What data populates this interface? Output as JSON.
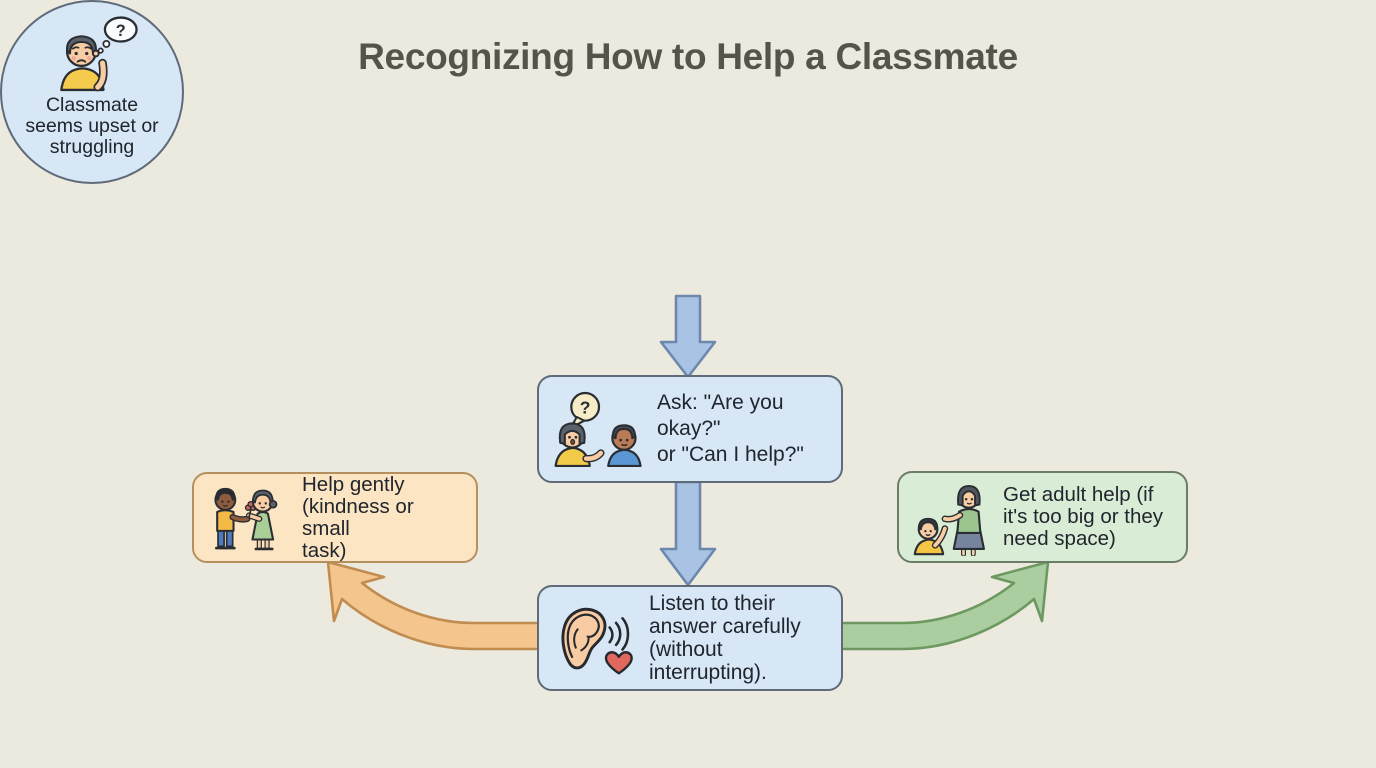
{
  "title": "Recognizing How to Help a Classmate",
  "icons": {
    "question_mark": "?"
  },
  "colors": {
    "background": "#ECEADE",
    "title_text": "#55544A",
    "node_text": "#21252D",
    "blue_fill": "#D7E7F6",
    "blue_border": "#5F6B7A",
    "blue_arrow_fill": "#A9C3E4",
    "blue_arrow_stroke": "#6D88AC",
    "orange_fill": "#FBE5C3",
    "orange_border": "#B5905F",
    "orange_arrow_fill": "#F4C58D",
    "orange_arrow_stroke": "#C08C50",
    "green_fill": "#D9EDD6",
    "green_border": "#6B7D66",
    "green_arrow_fill": "#ABCEA1",
    "green_arrow_stroke": "#6D9960"
  },
  "nodes": {
    "start": {
      "shape": "circle",
      "icon": "worried-person-icon",
      "lines": [
        "Classmate",
        "seems upset or",
        "struggling"
      ]
    },
    "ask": {
      "shape": "rounded-box",
      "icon": "asking-question-icon",
      "lines": [
        "Ask: \"Are you okay?\"",
        "or \"Can I help?\""
      ]
    },
    "listen": {
      "shape": "rounded-box",
      "icon": "listening-ear-icon",
      "lines": [
        "Listen to their",
        "answer carefully",
        "(without interrupting)."
      ]
    },
    "help": {
      "shape": "rounded-box",
      "icon": "kindness-kids-icon",
      "lines": [
        "Help gently",
        "(kindness or small",
        "task)"
      ]
    },
    "adult": {
      "shape": "rounded-box",
      "icon": "adult-helper-icon",
      "lines": [
        "Get adult help (if",
        "it's too big or they",
        "need space)"
      ]
    }
  },
  "connections": [
    {
      "from": "start",
      "to": "ask",
      "color": "blue",
      "style": "straight-down"
    },
    {
      "from": "ask",
      "to": "listen",
      "color": "blue",
      "style": "straight-down"
    },
    {
      "from": "listen",
      "to": "help",
      "color": "orange",
      "style": "curved-up-left"
    },
    {
      "from": "listen",
      "to": "adult",
      "color": "green",
      "style": "curved-up-right"
    }
  ]
}
